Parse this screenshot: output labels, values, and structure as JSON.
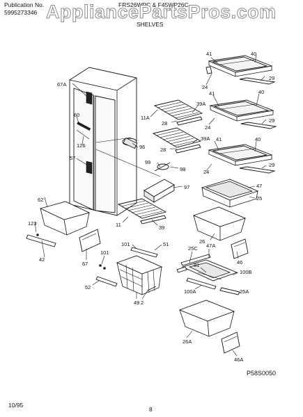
{
  "header": {
    "publication_label": "Publication No.",
    "publication_number": "5995273346",
    "models": "FRS26WPC & F45WP26C",
    "section": "SHELVES",
    "watermark": "AppliancePartsPros.com"
  },
  "diagram_id": "P58S0050",
  "footer": {
    "date": "10/95",
    "page": "8"
  },
  "part_labels": {
    "l41a": "41",
    "l40a": "40",
    "l24a": "24",
    "l29a": "29",
    "l41b": "41",
    "l40b": "40",
    "l24b": "24",
    "l29b": "29",
    "l41c": "41",
    "l40c": "40",
    "l24c": "24",
    "l29c": "29",
    "l47": "47",
    "l25": "25",
    "l26": "26",
    "l46": "46",
    "l25c": "25C",
    "l47a": "47A",
    "l81": "81",
    "l100b": "100B",
    "l100a": "100A",
    "l25a": "25A",
    "l26a": "26A",
    "l46a": "46A",
    "l67a": "67A",
    "l60": "60",
    "l126": "126",
    "l57": "57",
    "l11a": "11A",
    "l28a": "28",
    "l39a": "39A",
    "l28b": "28",
    "l39b": "39A",
    "l96": "96",
    "l99": "99",
    "l98": "98",
    "l97": "97",
    "l11": "11",
    "l39": "39",
    "l62": "62",
    "l123": "123",
    "l42": "42",
    "l67": "67",
    "l101a": "101",
    "l51": "51",
    "l101b": "101",
    "l52": "52",
    "l49": "49",
    "l2": "2"
  }
}
